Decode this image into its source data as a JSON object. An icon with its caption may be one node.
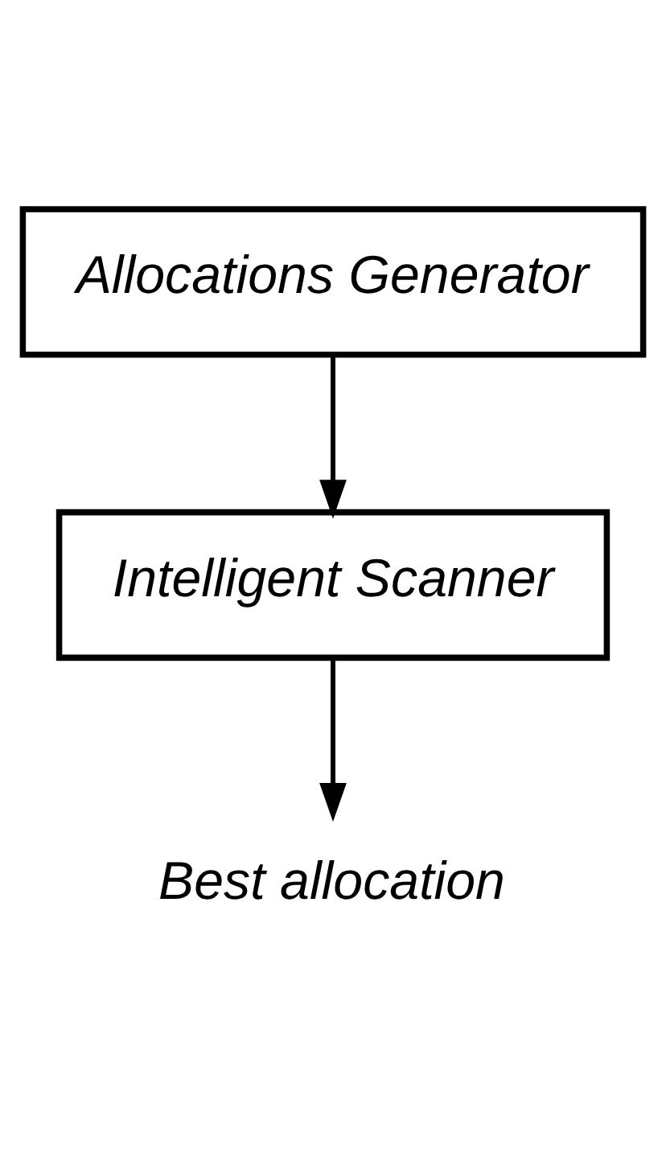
{
  "diagram": {
    "nodes": [
      {
        "text": [
          "Allocations Generator"
        ]
      },
      {
        "text": [
          "Intelligent Scanner"
        ]
      },
      {
        "text": [
          "Best allocation"
        ]
      }
    ],
    "edges": [
      {
        "from": 0,
        "to": 1,
        "arrow": "to"
      },
      {
        "from": 1,
        "to": 2,
        "arrow": "to"
      }
    ]
  }
}
